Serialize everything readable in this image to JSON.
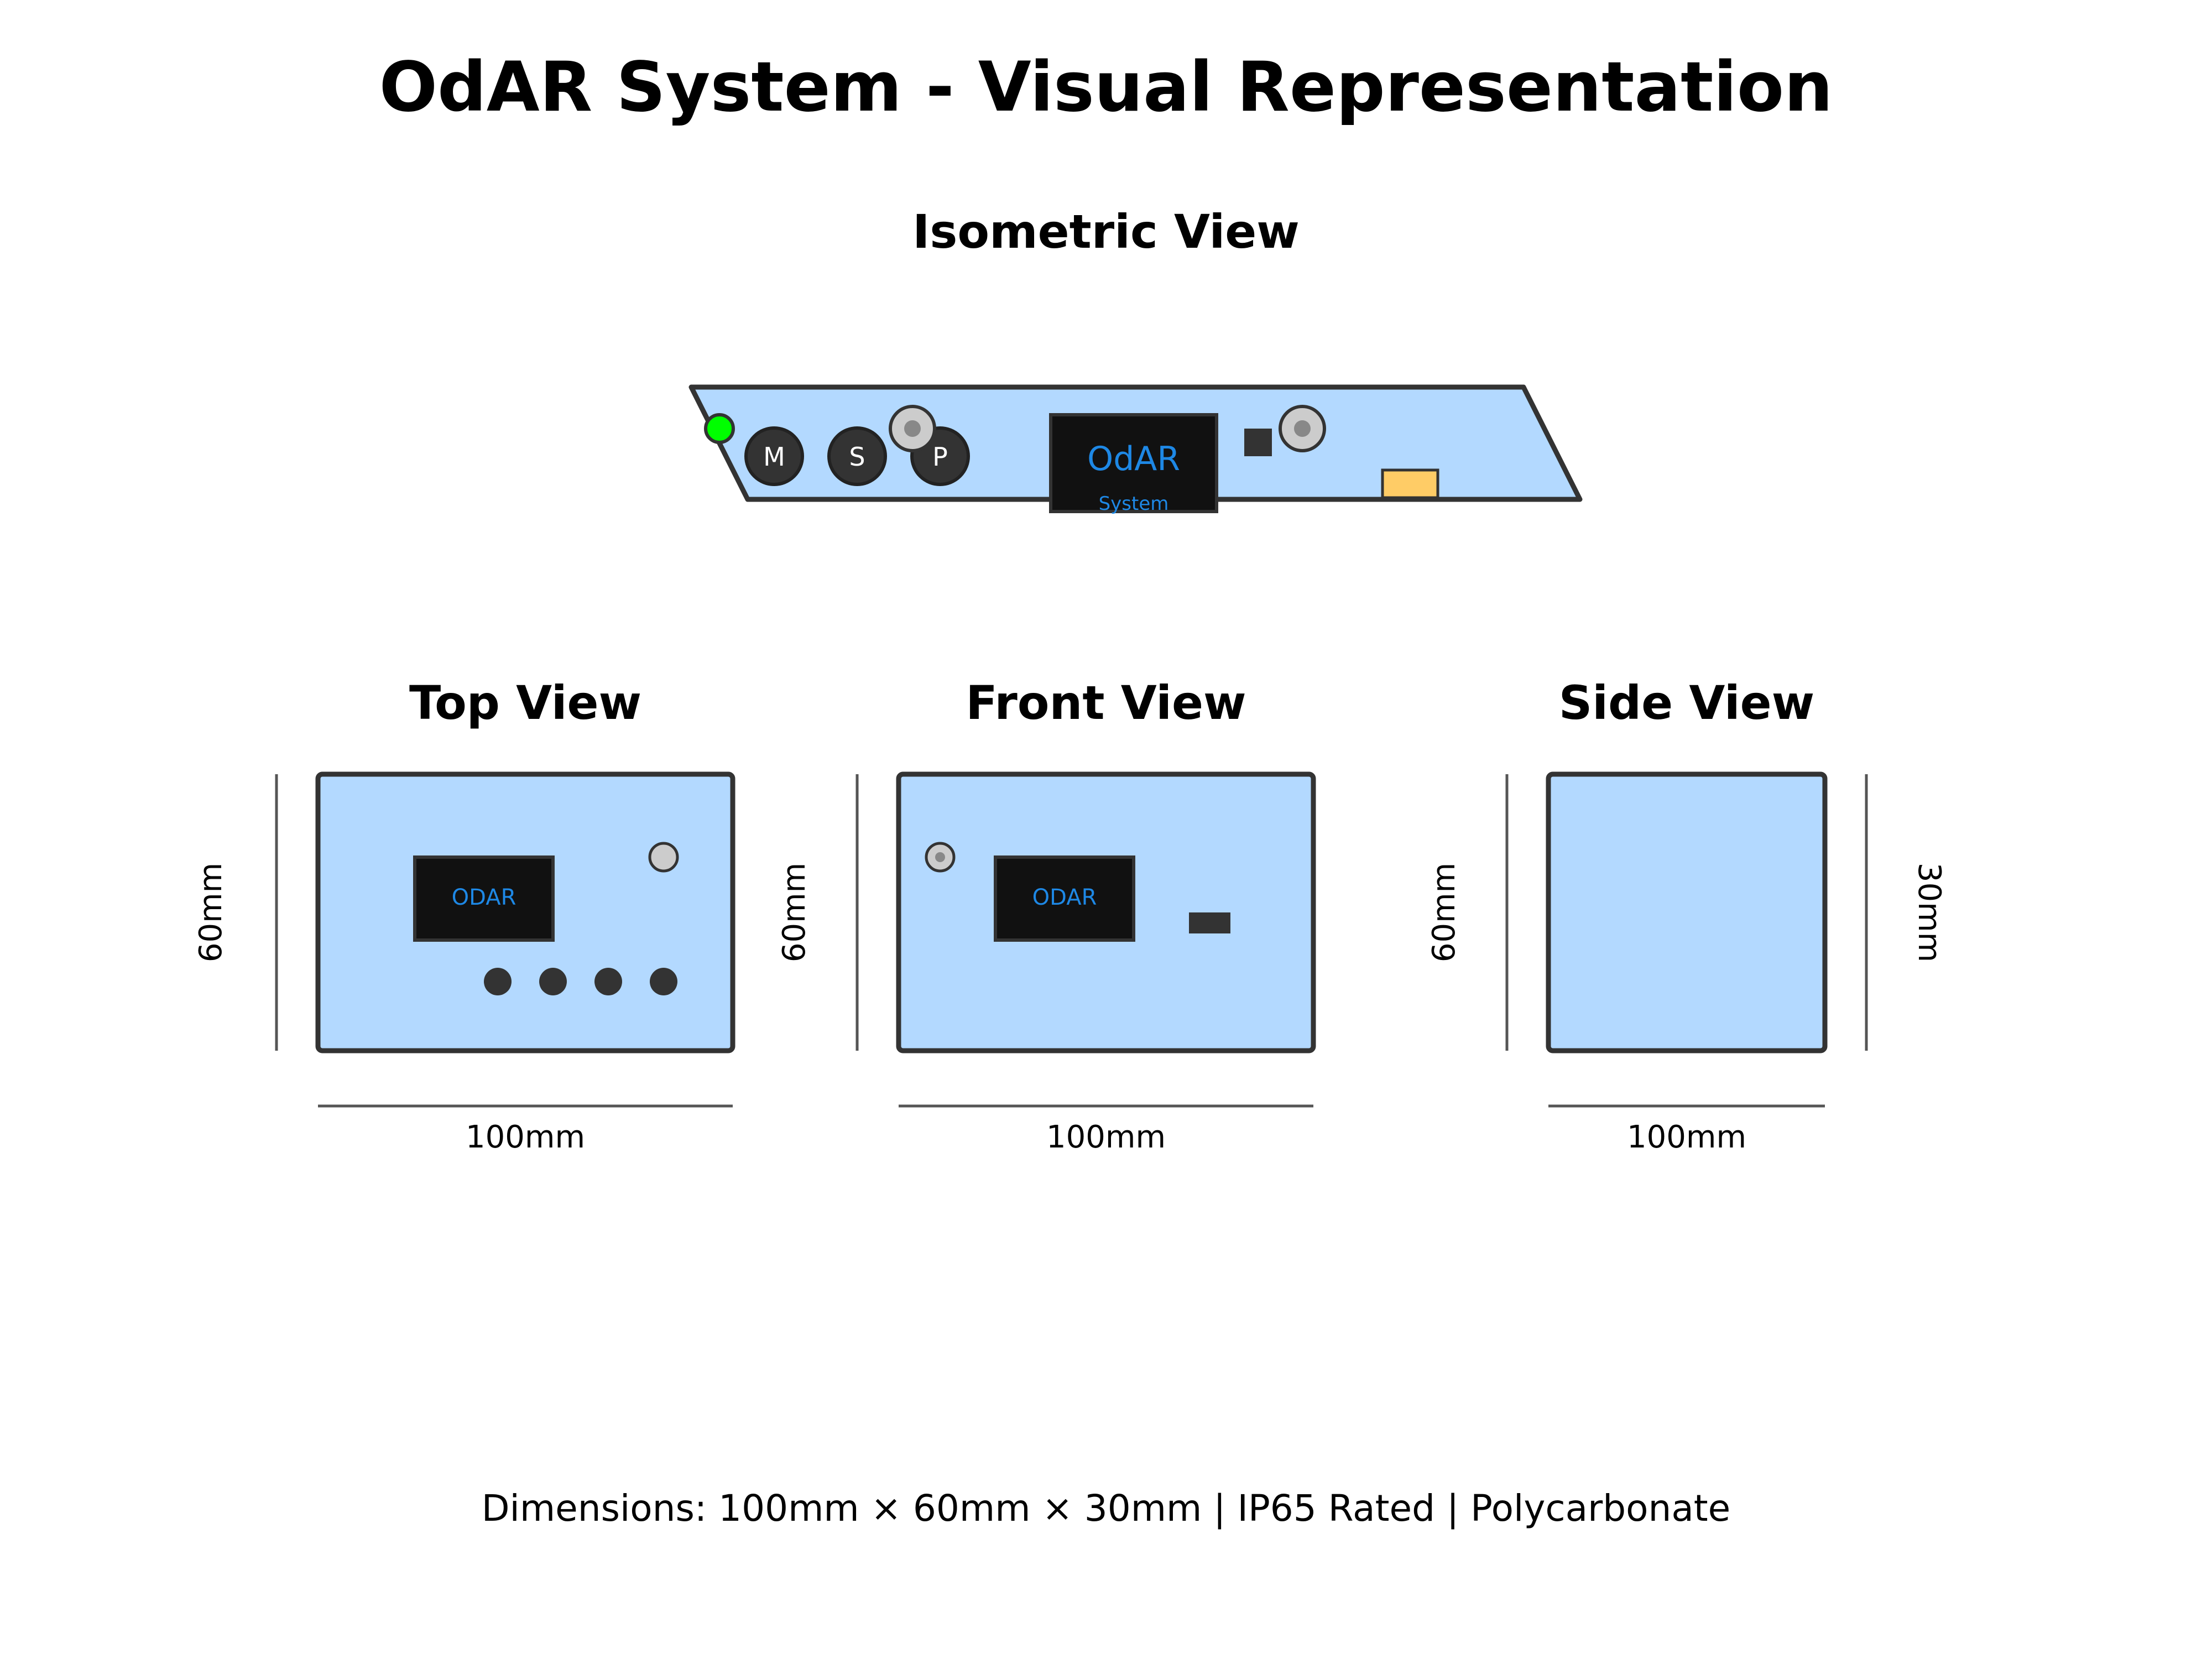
{
  "title": "OdAR System - Visual Representation",
  "colors": {
    "body": "#b3d9ff",
    "outline": "#333333",
    "display": "#111111",
    "display_text": "#1e88e5",
    "button": "#333333",
    "led": "#00ff00",
    "port": "#ffcc66",
    "knob": "#cccccc"
  },
  "isometric": {
    "heading": "Isometric View",
    "display_title": "OdAR",
    "display_subtitle": "System",
    "buttons": [
      "M",
      "S",
      "P"
    ]
  },
  "top_view": {
    "heading": "Top View",
    "display_label": "ODAR",
    "width_label": "100mm",
    "height_label": "60mm"
  },
  "front_view": {
    "heading": "Front View",
    "display_label": "ODAR",
    "width_label": "100mm",
    "height_label": "60mm"
  },
  "side_view": {
    "heading": "Side View",
    "width_label": "100mm",
    "height_label": "60mm",
    "depth_label": "30mm"
  },
  "footer": "Dimensions: 100mm × 60mm × 30mm | IP65 Rated | Polycarbonate"
}
